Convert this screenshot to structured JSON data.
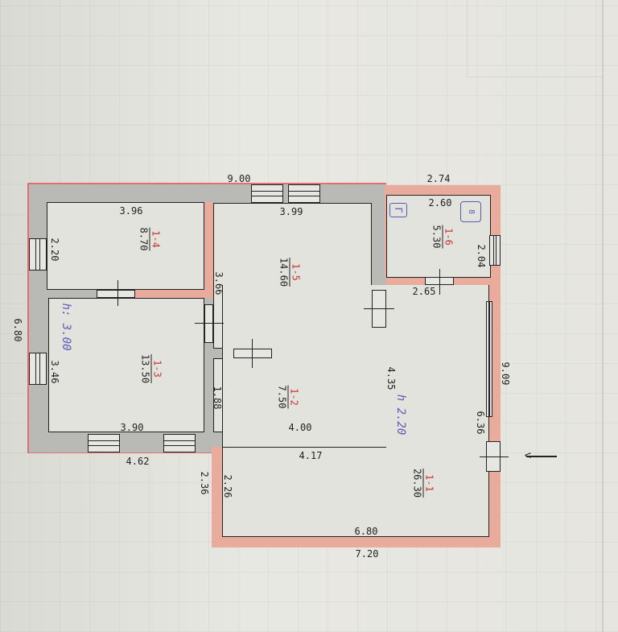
{
  "plan": {
    "dimensions": {
      "top_total": "9.00",
      "room_1_4_width": "3.96",
      "room_1_5_width": "3.99",
      "room_1_6_outer": "2.74",
      "room_1_6_inner": "2.60",
      "room_1_4_depth": "2.20",
      "room_1_5_depth": "3.66",
      "room_1_3_depth": "3.46",
      "room_1_2_depth": "1.88",
      "room_1_3_width": "3.90",
      "room_1_2_width": "4.00",
      "bottom_mid": "4.17",
      "bottom_left": "4.62",
      "wall_4_35": "4.35",
      "left_total": "6.80",
      "room_1_6_bottom": "2.65",
      "room_1_6_side": "2.04",
      "right_total": "9.09",
      "right_inner": "6.36",
      "veranda_outer_left": "2.36",
      "veranda_inner_left": "2.26",
      "veranda_inner_width": "6.80",
      "veranda_outer_width": "7.20"
    },
    "rooms": [
      {
        "id": "1-4",
        "area": "8.70"
      },
      {
        "id": "1-5",
        "area": "14.60"
      },
      {
        "id": "1-3",
        "area": "13.50"
      },
      {
        "id": "1-2",
        "area": "7.50"
      },
      {
        "id": "1-6",
        "area": "5.30"
      },
      {
        "id": "1-1",
        "area": "26.30"
      }
    ],
    "heights": {
      "main": "h: 3.00",
      "annex": "h 2.20"
    },
    "symbols": {
      "stove": "Г",
      "boiler": "8"
    },
    "colors": {
      "wall_main": "#b9b9b5",
      "wall_annex": "#e8ab9c"
    }
  }
}
